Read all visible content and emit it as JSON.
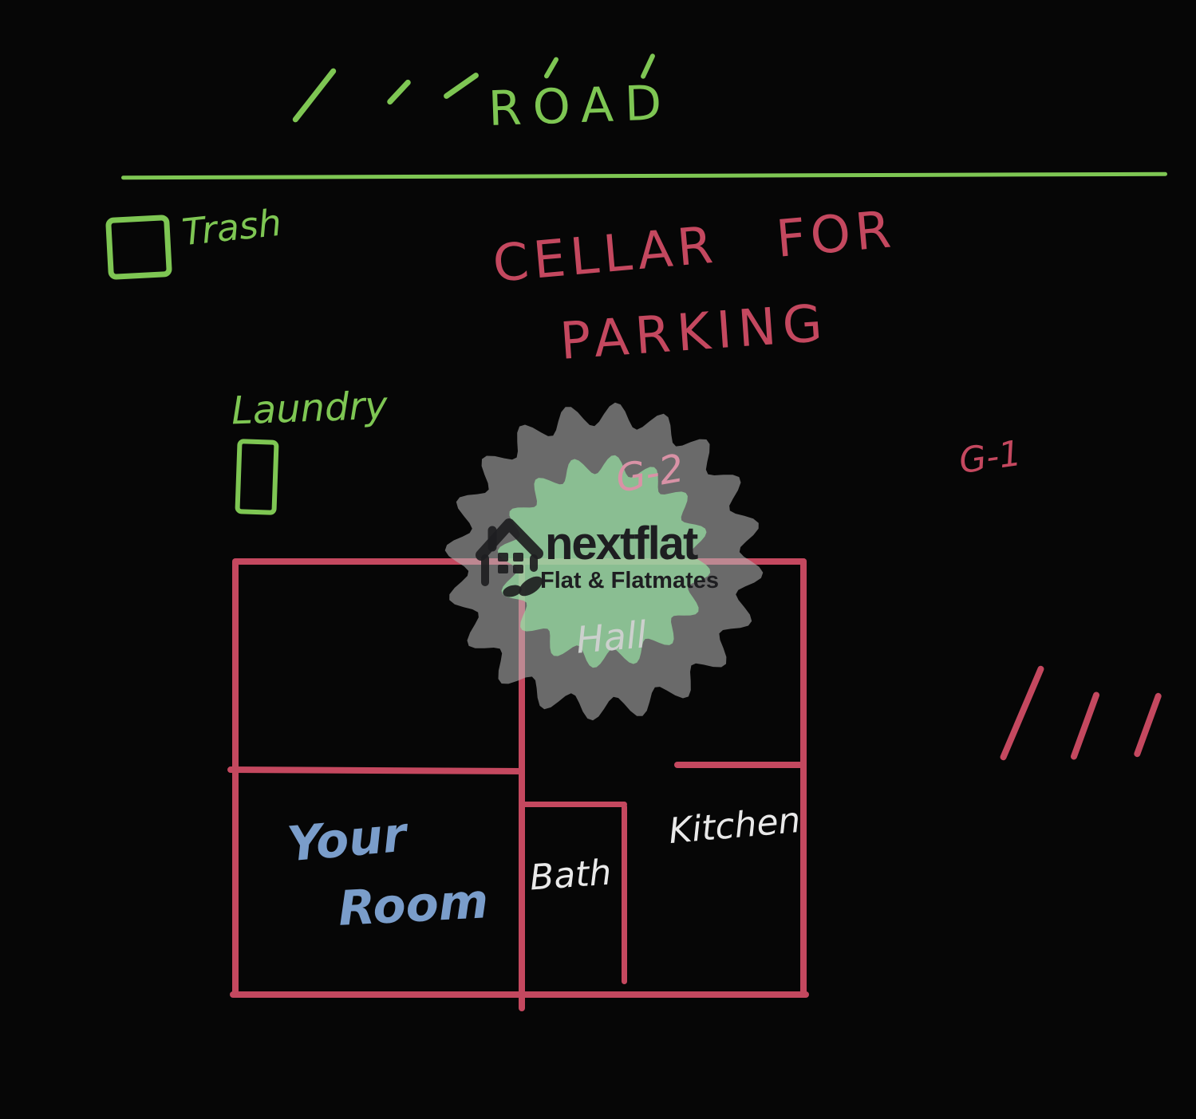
{
  "type": "hand-drawn flat location sketch",
  "colors": {
    "background": "#060606",
    "green_marker": "#7ec653",
    "pink_marker": "#c4485f",
    "muted_pink_over_watermark": "#d992a6",
    "blue_marker": "#7a9dca",
    "white_marker": "#e9e9e9",
    "hall_label_gray": "#ccd0cd",
    "watermark_gray": "#bababa",
    "watermark_green": "#96dca0",
    "logo_dark": "#1e1e21"
  },
  "road": {
    "label": "ROAD"
  },
  "landmarks": {
    "trash": "Trash",
    "laundry": "Laundry"
  },
  "cellar": {
    "full_text": "CELLAR FOR PARKING",
    "line1": "CELLAR FOR",
    "line2": "PARKING"
  },
  "units": {
    "g2": "G-2",
    "g1": "G-1"
  },
  "floor_plan": {
    "hall": "Hall",
    "your_room_line1": "Your",
    "your_room_line2": "Room",
    "bath": "Bath",
    "kitchen": "Kitchen"
  },
  "watermark": {
    "brand": "nextflat",
    "tagline": "Flat & Flatmates"
  }
}
